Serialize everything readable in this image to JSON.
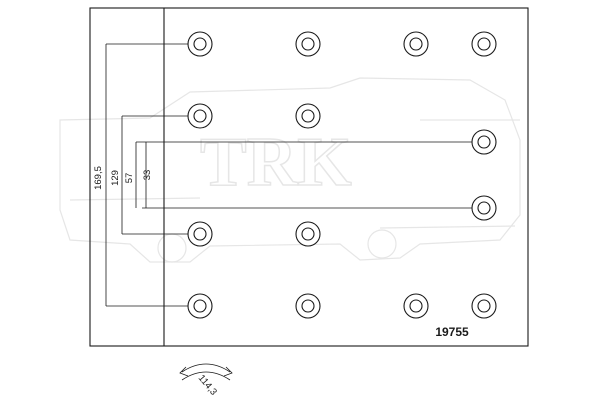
{
  "part_number": "19755",
  "dimensions": {
    "overall_height": "169,5",
    "outer_hole_span": "129",
    "middle_hole_span": "57",
    "inner_hole_span": "33",
    "arc_radius": "114,3"
  },
  "holes": {
    "rows": [
      {
        "row": "top",
        "count": 4
      },
      {
        "row": "upper-middle",
        "count": 2
      },
      {
        "row": "center-upper",
        "count": 1
      },
      {
        "row": "center-lower",
        "count": 1
      },
      {
        "row": "lower-middle",
        "count": 2
      },
      {
        "row": "bottom",
        "count": 4
      }
    ],
    "total": 14
  },
  "watermark": {
    "text": "TRK"
  }
}
